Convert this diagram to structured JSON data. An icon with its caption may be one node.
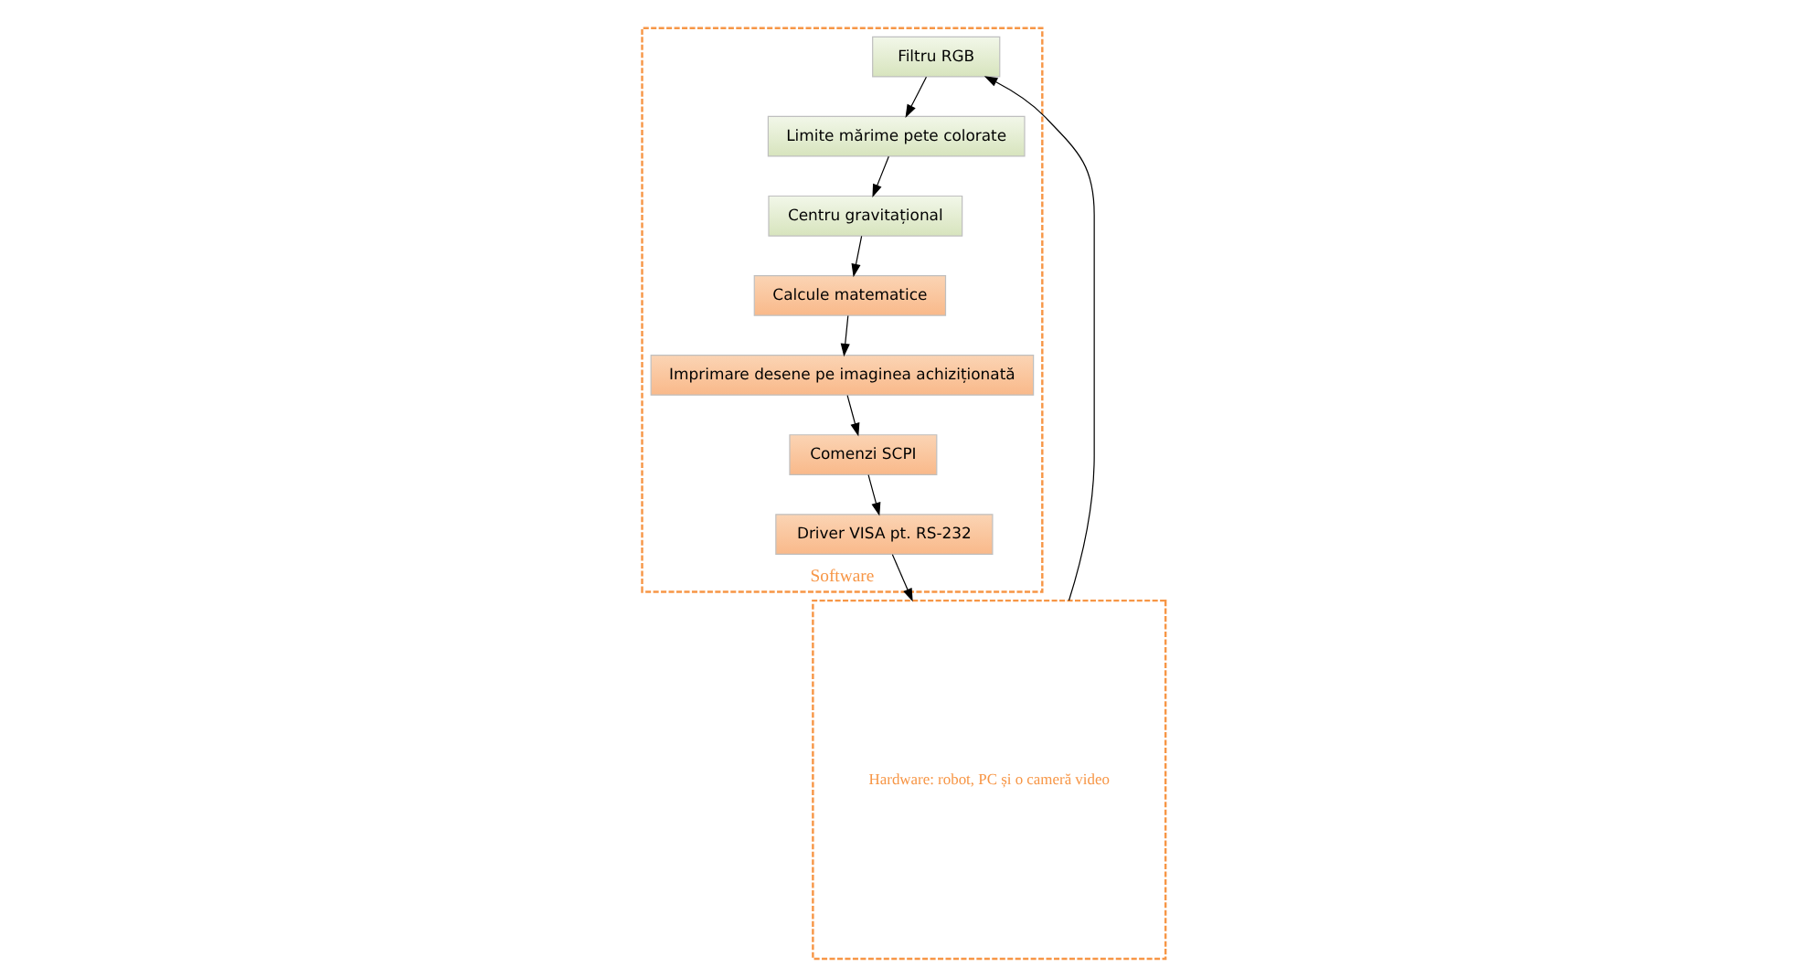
{
  "diagram": {
    "nodes": [
      {
        "text": [
          "Hardware: robot, PC și o cameră video"
        ]
      },
      {
        "text": [
          "Software"
        ]
      },
      {
        "text": [
          "Comenzi SCPI"
        ],
        "in": 1
      },
      {
        "text": [
          "Driver VISA pt. RS-232"
        ],
        "in": 1
      },
      {
        "text": [
          "Calcule matematice"
        ],
        "in": 1
      },
      {
        "text": [
          "Imprimare desene pe imaginea achiziționată"
        ],
        "in": 1
      },
      {
        "text": [
          "Centru gravitațional"
        ],
        "in": 1
      },
      {
        "text": [
          "Limite mărime pete colorate"
        ],
        "in": 1
      },
      {
        "text": [
          "Filtru RGB"
        ],
        "in": 1
      }
    ],
    "edges": [
      {
        "from": 2,
        "to": 3,
        "arrow": "to"
      },
      {
        "from": 3,
        "to": 0,
        "arrow": "to"
      },
      {
        "from": 0,
        "to": 8,
        "arrow": "to"
      },
      {
        "from": 8,
        "to": 7,
        "arrow": "to"
      },
      {
        "from": 7,
        "to": 6,
        "arrow": "to"
      },
      {
        "from": 6,
        "to": 4,
        "arrow": "to"
      },
      {
        "from": 4,
        "to": 5,
        "arrow": "to"
      },
      {
        "from": 5,
        "to": 2,
        "arrow": "to"
      }
    ]
  }
}
